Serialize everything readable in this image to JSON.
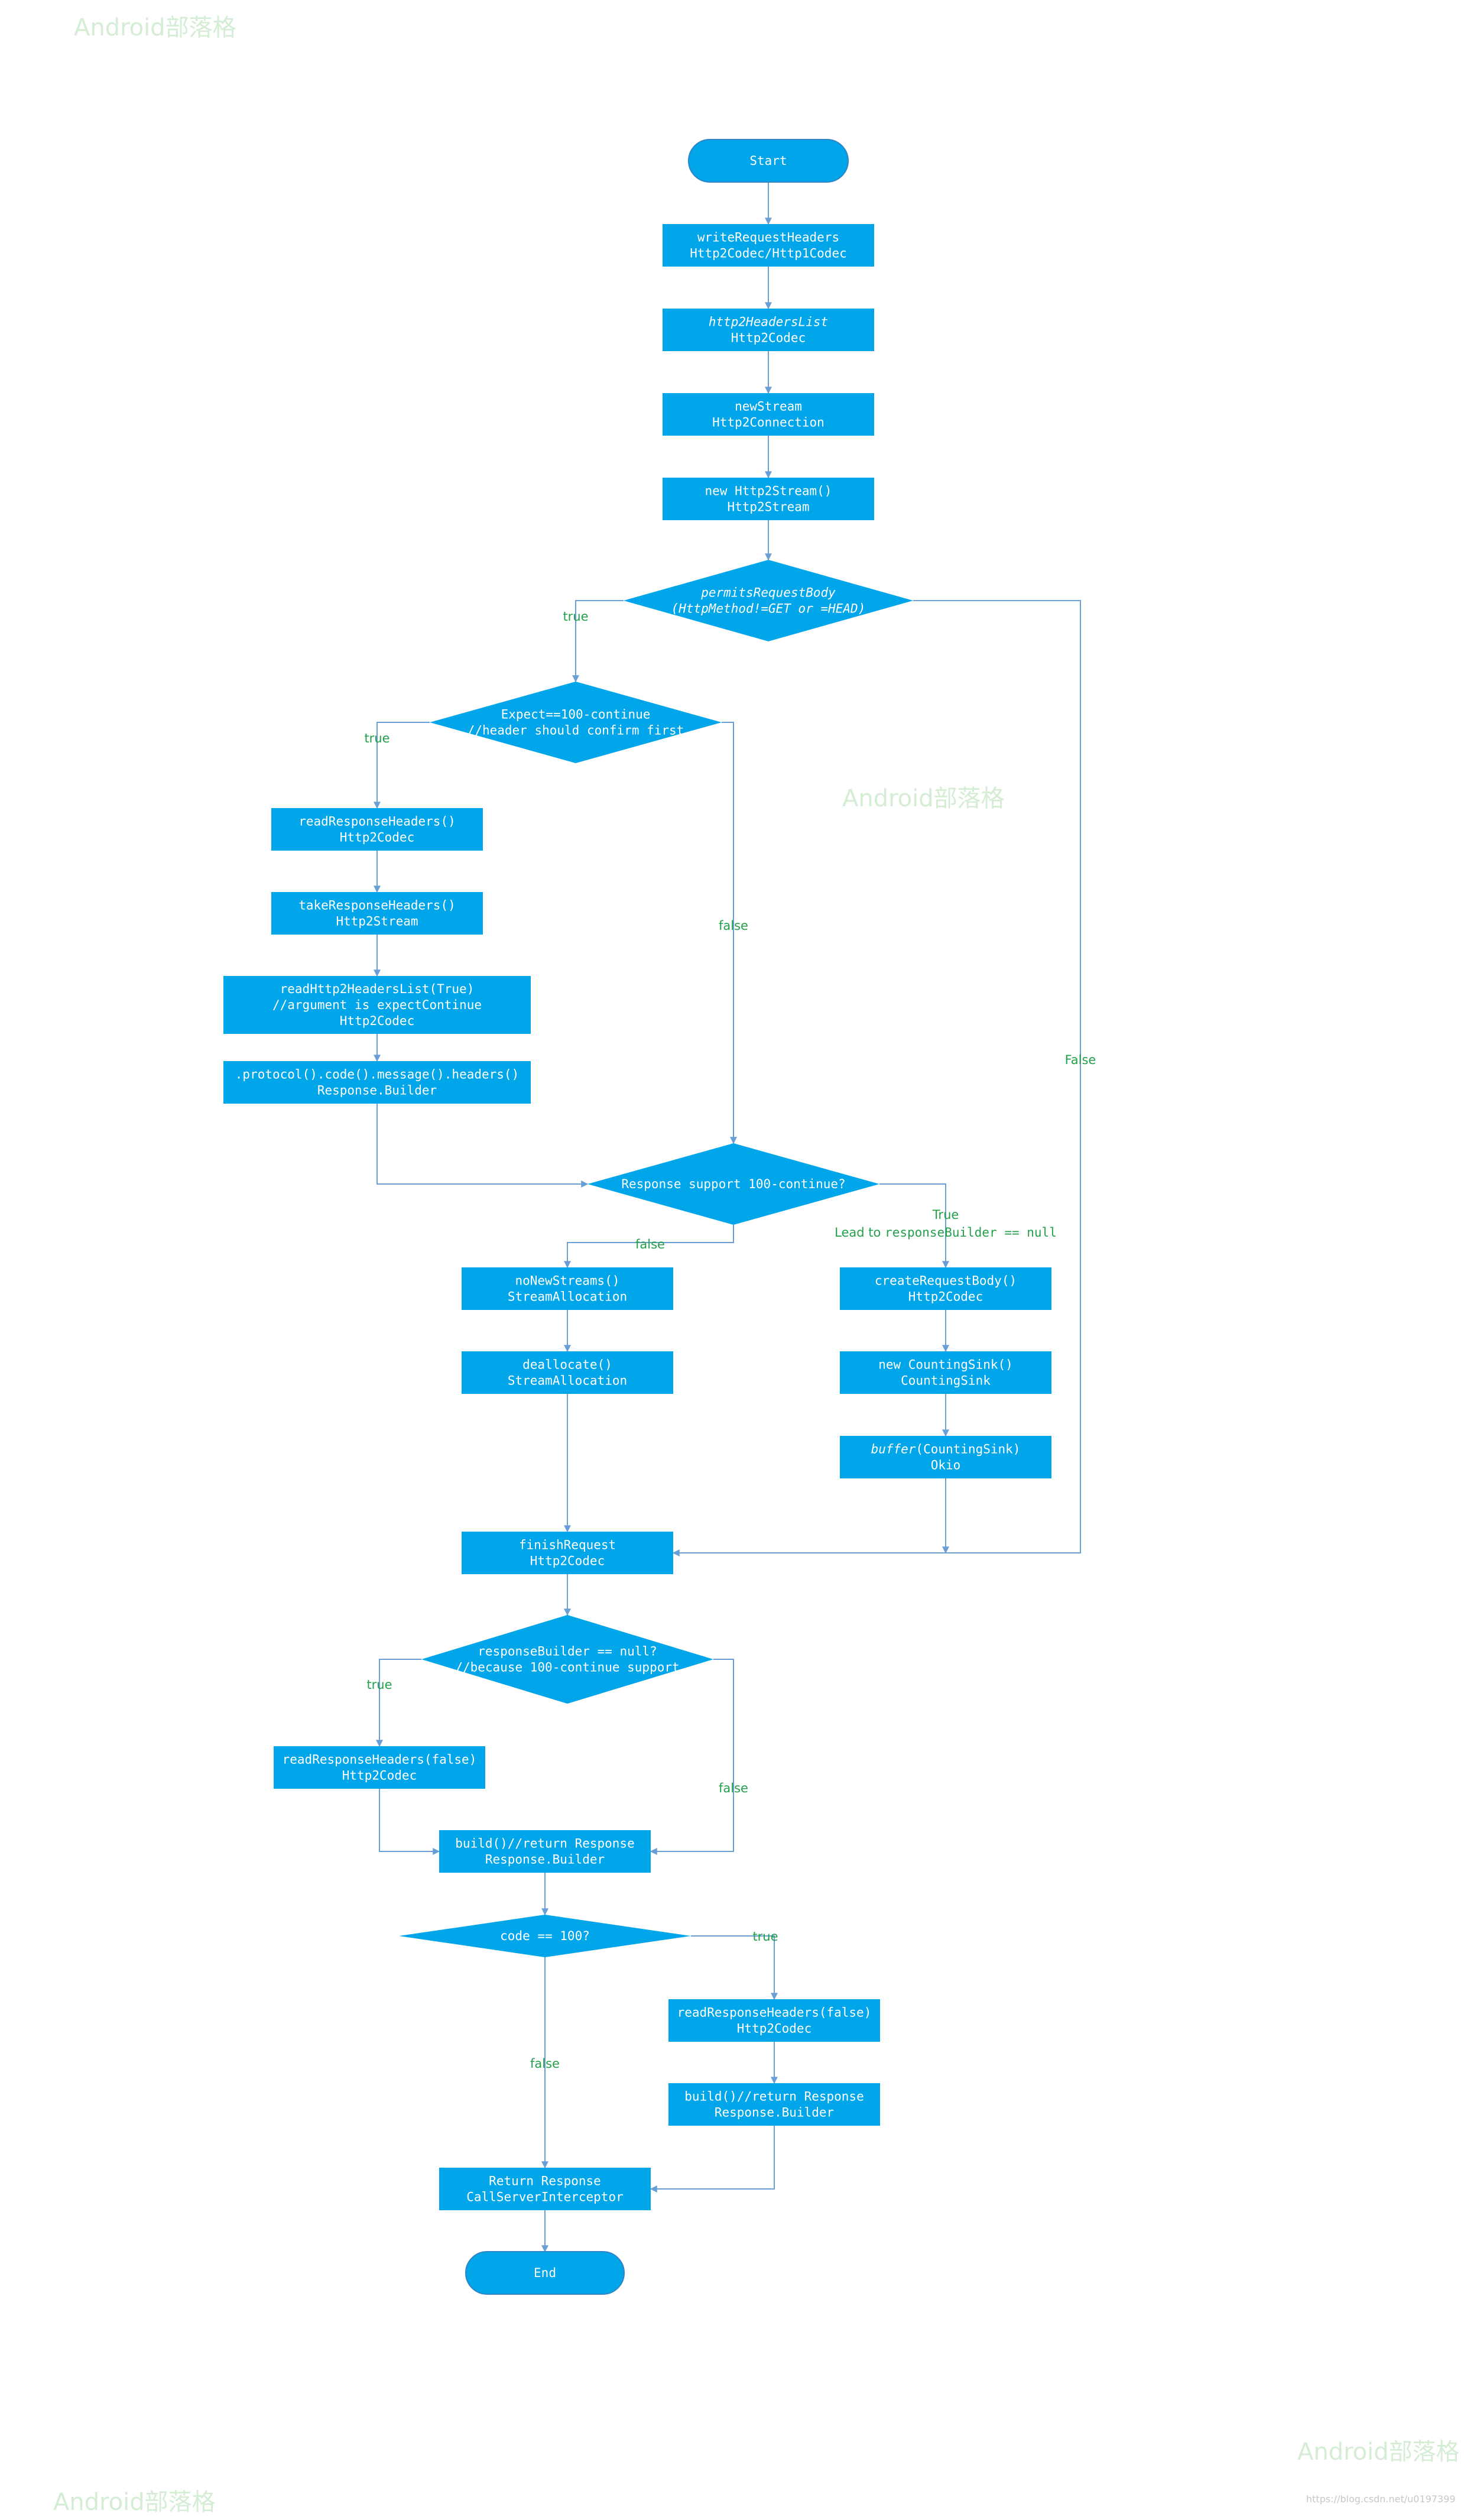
{
  "watermark_text": "Android部落格",
  "footer_text": "https://blog.csdn.net/u0197399",
  "colors": {
    "node_fill": "#00a6e9",
    "node_text": "#ffffff",
    "edge": "#6a9fd6",
    "label": "#22a04a"
  },
  "nodes": [
    {
      "id": "start",
      "shape": "terminal",
      "lines": [
        "Start"
      ]
    },
    {
      "id": "writeRequestHeaders",
      "shape": "box",
      "lines": [
        "writeRequestHeaders",
        "Http2Codec/Http1Codec"
      ]
    },
    {
      "id": "http2HeadersList",
      "shape": "box",
      "lines": [
        "http2HeadersList",
        "Http2Codec"
      ],
      "italic_first": true
    },
    {
      "id": "newStream",
      "shape": "box",
      "lines": [
        "newStream",
        "Http2Connection"
      ]
    },
    {
      "id": "newHttp2Stream",
      "shape": "box",
      "lines": [
        "new Http2Stream()",
        "Http2Stream"
      ]
    },
    {
      "id": "permitsRequestBody",
      "shape": "diamond",
      "lines": [
        "permitsRequestBody",
        "(HttpMethod!=GET or =HEAD)"
      ],
      "italic": true
    },
    {
      "id": "expect100",
      "shape": "diamond",
      "lines": [
        "Expect==100-continue",
        "//header should confirm first"
      ]
    },
    {
      "id": "readResponseHeaders1",
      "shape": "box",
      "lines": [
        "readResponseHeaders()",
        "Http2Codec"
      ]
    },
    {
      "id": "takeResponseHeaders",
      "shape": "box",
      "lines": [
        "takeResponseHeaders()",
        "Http2Stream"
      ]
    },
    {
      "id": "readHttp2HeadersList",
      "shape": "box",
      "lines": [
        "readHttp2HeadersList(True)",
        "//argument is expectContinue",
        "Http2Codec"
      ]
    },
    {
      "id": "protocolCode",
      "shape": "box",
      "lines": [
        ".protocol().code().message().headers()",
        "Response.Builder"
      ]
    },
    {
      "id": "responseSupport",
      "shape": "diamond",
      "lines": [
        "Response support 100-continue?"
      ]
    },
    {
      "id": "noNewStreams",
      "shape": "box",
      "lines": [
        "noNewStreams()",
        "StreamAllocation"
      ]
    },
    {
      "id": "deallocate",
      "shape": "box",
      "lines": [
        "deallocate()",
        "StreamAllocation"
      ]
    },
    {
      "id": "createRequestBody",
      "shape": "box",
      "lines": [
        "createRequestBody()",
        "Http2Codec"
      ]
    },
    {
      "id": "newCountingSink",
      "shape": "box",
      "lines": [
        "new CountingSink()",
        "CountingSink"
      ]
    },
    {
      "id": "bufferCountingSink",
      "shape": "box",
      "lines": [
        "buffer(CountingSink)",
        "Okio"
      ],
      "italic_prefix": "buffer"
    },
    {
      "id": "finishRequest",
      "shape": "box",
      "lines": [
        "finishRequest",
        "Http2Codec"
      ]
    },
    {
      "id": "responseBuilderNull",
      "shape": "diamond",
      "lines": [
        "responseBuilder == null?",
        "//because 100-continue support"
      ]
    },
    {
      "id": "readResponseHeadersFalse1",
      "shape": "box",
      "lines": [
        "readResponseHeaders(false)",
        "Http2Codec"
      ]
    },
    {
      "id": "build1",
      "shape": "box",
      "lines": [
        "build()//return Response",
        "Response.Builder"
      ]
    },
    {
      "id": "code100",
      "shape": "diamond",
      "lines": [
        "code == 100?"
      ]
    },
    {
      "id": "readResponseHeadersFalse2",
      "shape": "box",
      "lines": [
        "readResponseHeaders(false)",
        "Http2Codec"
      ]
    },
    {
      "id": "build2",
      "shape": "box",
      "lines": [
        "build()//return Response",
        "Response.Builder"
      ]
    },
    {
      "id": "returnResponse",
      "shape": "box",
      "lines": [
        "Return Response",
        "CallServerInterceptor"
      ]
    },
    {
      "id": "end",
      "shape": "terminal",
      "lines": [
        "End"
      ]
    }
  ],
  "edges": [
    {
      "from": "start",
      "to": "writeRequestHeaders",
      "label": ""
    },
    {
      "from": "writeRequestHeaders",
      "to": "http2HeadersList",
      "label": ""
    },
    {
      "from": "http2HeadersList",
      "to": "newStream",
      "label": ""
    },
    {
      "from": "newStream",
      "to": "newHttp2Stream",
      "label": ""
    },
    {
      "from": "newHttp2Stream",
      "to": "permitsRequestBody",
      "label": ""
    },
    {
      "from": "permitsRequestBody",
      "to": "expect100",
      "label": "true"
    },
    {
      "from": "permitsRequestBody",
      "to": "finishRequest",
      "label": "False"
    },
    {
      "from": "expect100",
      "to": "readResponseHeaders1",
      "label": "true"
    },
    {
      "from": "expect100",
      "to": "responseSupport",
      "label": "false"
    },
    {
      "from": "readResponseHeaders1",
      "to": "takeResponseHeaders",
      "label": ""
    },
    {
      "from": "takeResponseHeaders",
      "to": "readHttp2HeadersList",
      "label": ""
    },
    {
      "from": "readHttp2HeadersList",
      "to": "protocolCode",
      "label": ""
    },
    {
      "from": "protocolCode",
      "to": "responseSupport",
      "label": ""
    },
    {
      "from": "responseSupport",
      "to": "noNewStreams",
      "label": "false"
    },
    {
      "from": "responseSupport",
      "to": "createRequestBody",
      "label": "True",
      "label_note": "Lead to ",
      "label_code": "responseBuilder == null"
    },
    {
      "from": "noNewStreams",
      "to": "deallocate",
      "label": ""
    },
    {
      "from": "deallocate",
      "to": "finishRequest",
      "label": ""
    },
    {
      "from": "createRequestBody",
      "to": "newCountingSink",
      "label": ""
    },
    {
      "from": "newCountingSink",
      "to": "bufferCountingSink",
      "label": ""
    },
    {
      "from": "bufferCountingSink",
      "to": "finishRequest",
      "label": ""
    },
    {
      "from": "finishRequest",
      "to": "responseBuilderNull",
      "label": ""
    },
    {
      "from": "responseBuilderNull",
      "to": "readResponseHeadersFalse1",
      "label": "true"
    },
    {
      "from": "responseBuilderNull",
      "to": "build1",
      "label": "false"
    },
    {
      "from": "readResponseHeadersFalse1",
      "to": "build1",
      "label": ""
    },
    {
      "from": "build1",
      "to": "code100",
      "label": ""
    },
    {
      "from": "code100",
      "to": "returnResponse",
      "label": "false"
    },
    {
      "from": "code100",
      "to": "readResponseHeadersFalse2",
      "label": "true"
    },
    {
      "from": "readResponseHeadersFalse2",
      "to": "build2",
      "label": ""
    },
    {
      "from": "build2",
      "to": "returnResponse",
      "label": ""
    },
    {
      "from": "returnResponse",
      "to": "end",
      "label": ""
    }
  ]
}
